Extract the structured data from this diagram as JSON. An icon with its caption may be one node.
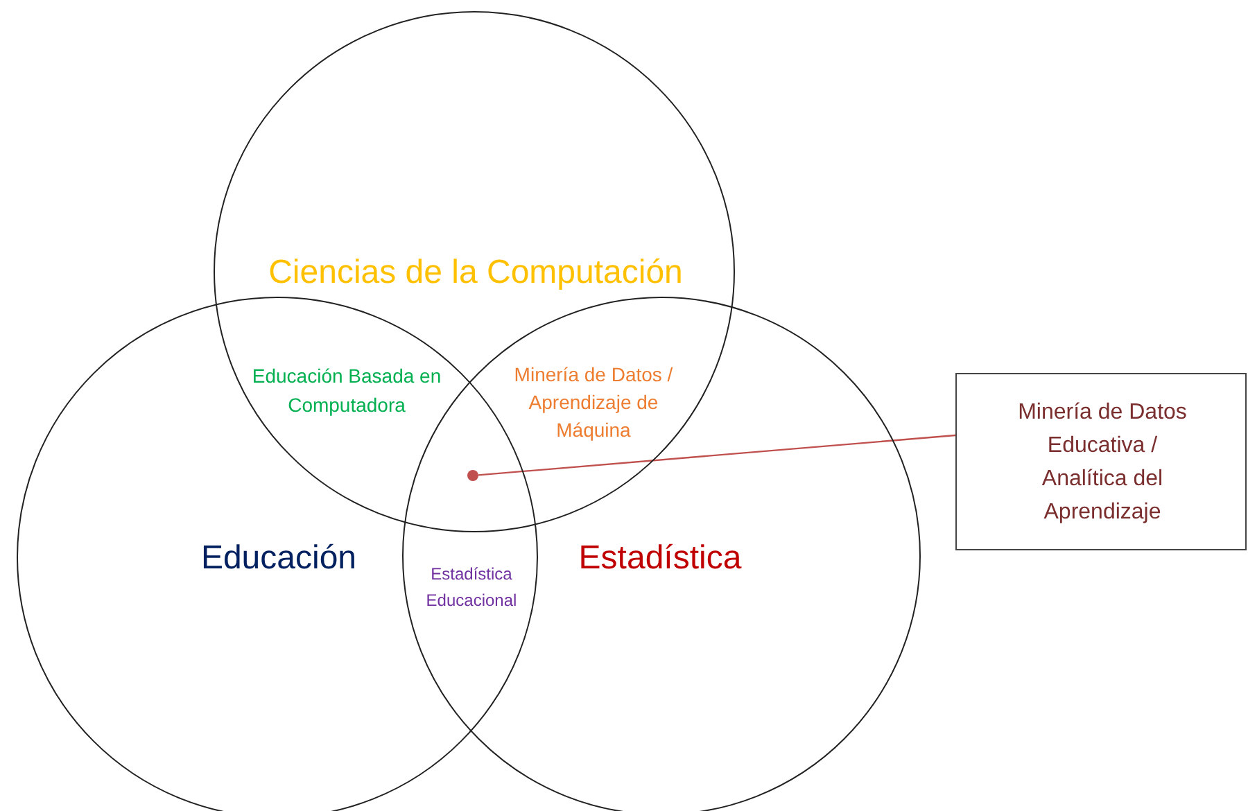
{
  "diagram": {
    "nodes": [
      {
        "text": [
          "Ciencias de la Computación"
        ]
      },
      {
        "text": [
          "Educación"
        ]
      },
      {
        "text": [
          "Estadística"
        ]
      },
      {
        "text": [
          "Minería de Datos Educativa / Analítica del Aprendizaje"
        ]
      },
      {
        "text": [],
        "shape": "circle"
      }
    ],
    "edges": [
      {
        "from": 3,
        "to": 4,
        "arrow": "none",
        "color": "#c0504d"
      }
    ],
    "labels": [
      "Educación Basada en Computadora",
      "Minería de Datos / Aprendizaje de Máquina",
      "Estadística Educacional"
    ]
  }
}
